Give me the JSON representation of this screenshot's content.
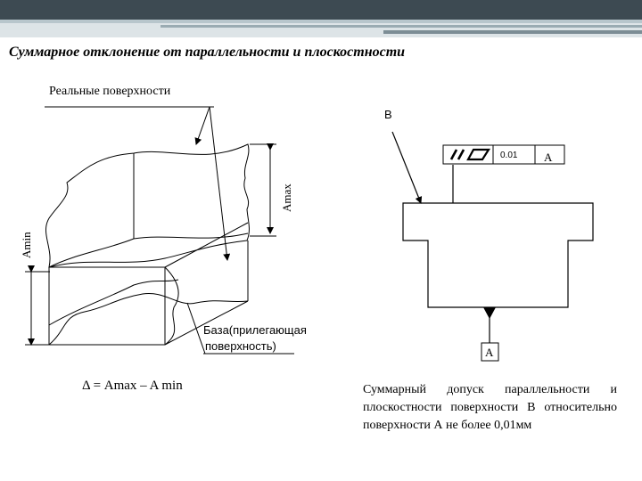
{
  "slide": {
    "title": "Суммарное отклонение от параллельности и плоскостности",
    "label_real_surfaces": "Реальные поверхности",
    "label_amax": "Amax",
    "label_amin": "Amin",
    "label_base_line1": "База(прилегающая",
    "label_base_line2": "поверхность)",
    "formula": "Δ = Amax – A min",
    "label_b": "В",
    "tolerance_value": "0.01",
    "tolerance_datum": "А",
    "datum_label": "А",
    "caption": "Суммарный допуск параллельности и плоскостности поверхности В относительно поверхности А не более 0,01мм",
    "tolerance_symbol": "parallelism-flatness-symbol"
  },
  "colors": {
    "top_bar": "#3d4a52",
    "stripe_light": "#b8c6cc",
    "stripe_dark": "#7c8d95"
  }
}
